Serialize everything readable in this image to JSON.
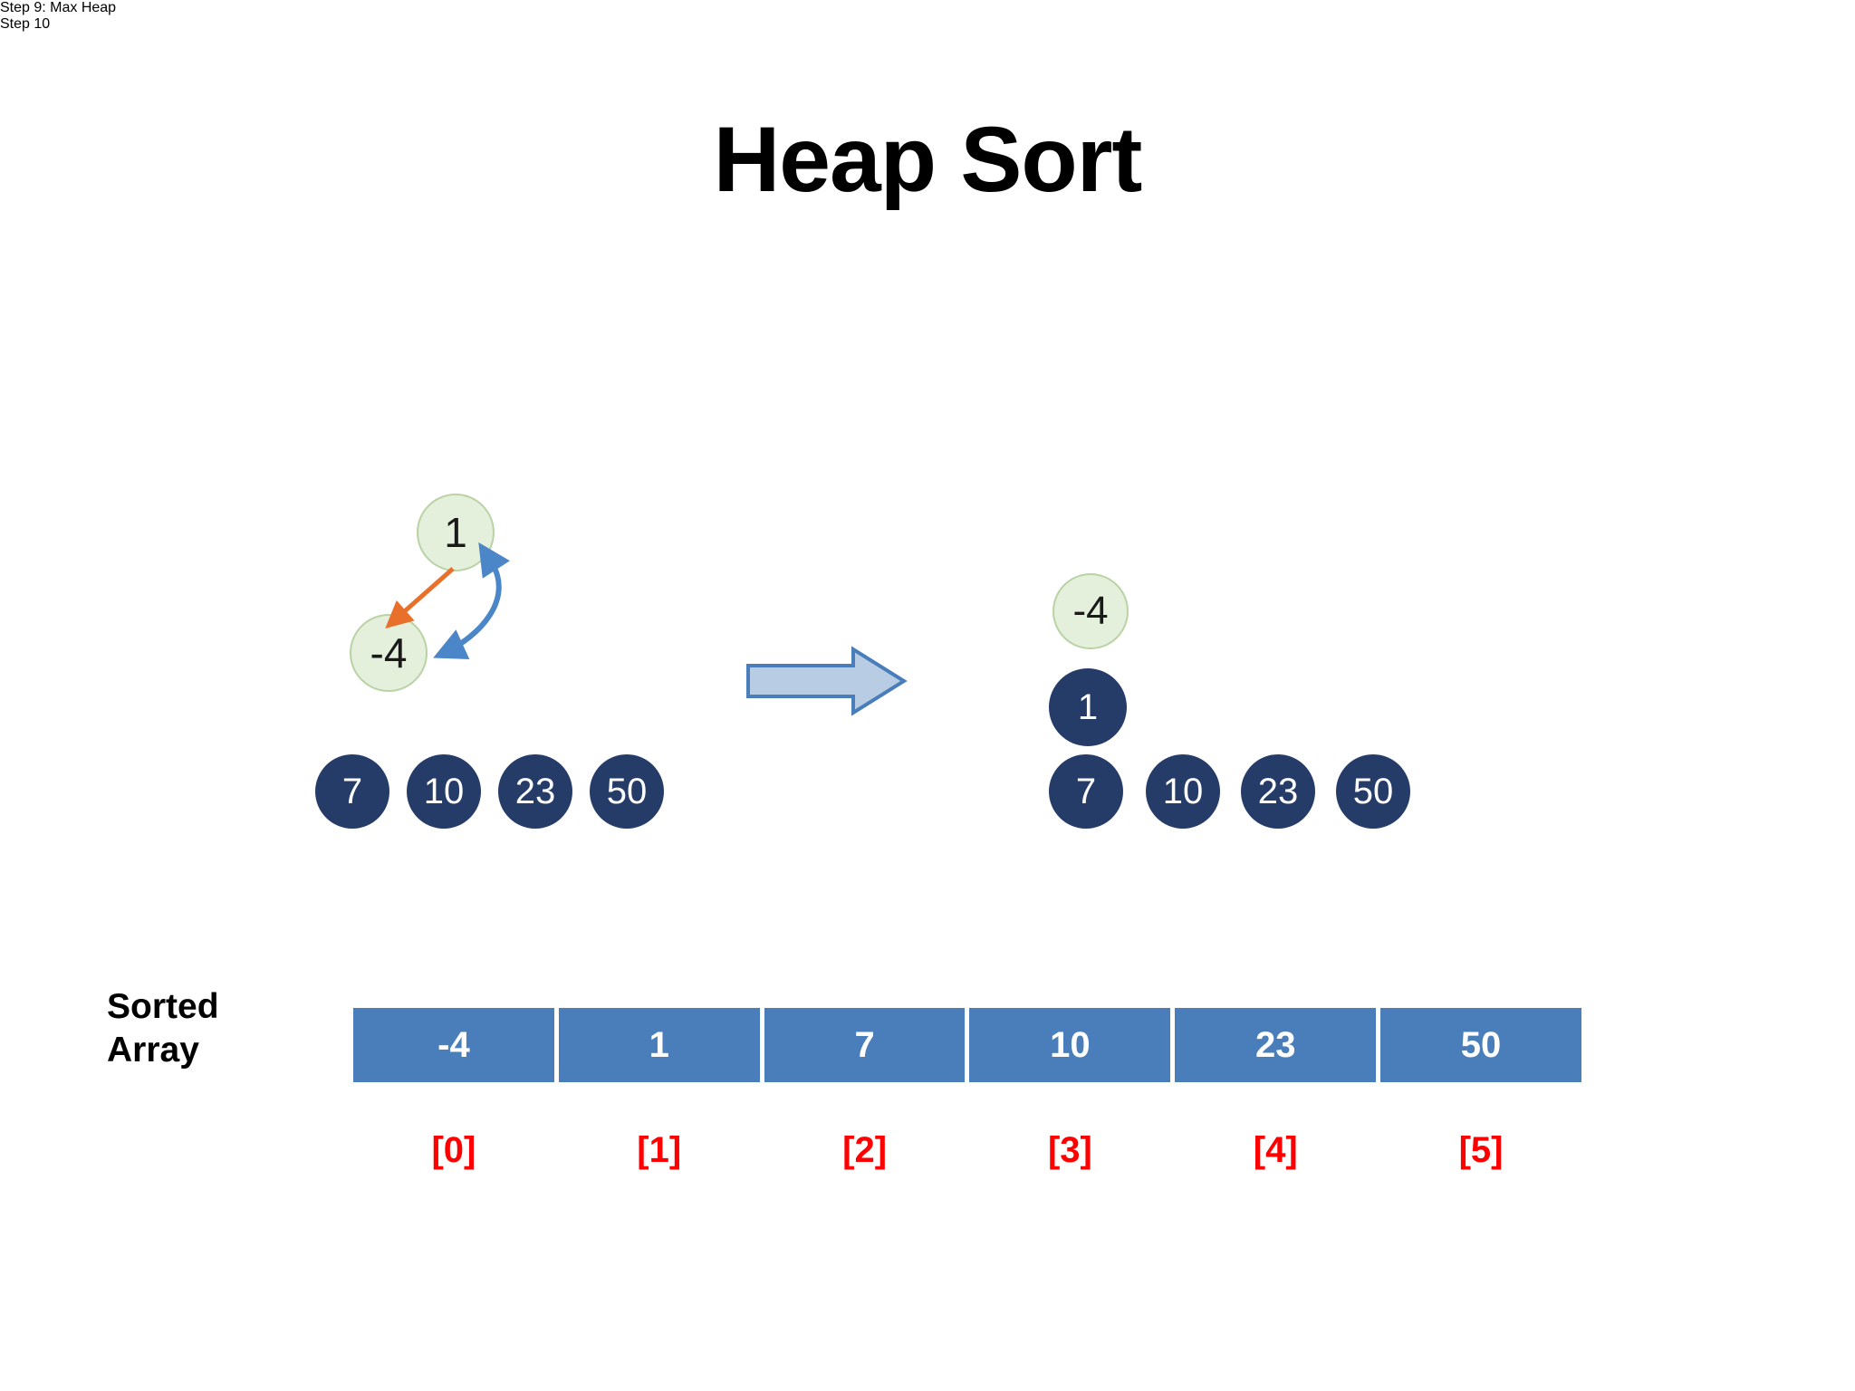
{
  "slide": {
    "title": "Heap Sort"
  },
  "panels": {
    "left": {
      "heading": "Step 9: Max Heap",
      "tree_nodes": [
        {
          "value": "1",
          "color": "green"
        },
        {
          "value": "-4",
          "color": "green"
        }
      ],
      "sorted_nodes": [
        {
          "value": "7",
          "color": "navy"
        },
        {
          "value": "10",
          "color": "navy"
        },
        {
          "value": "23",
          "color": "navy"
        },
        {
          "value": "50",
          "color": "navy"
        }
      ],
      "swap_arrow_colors": {
        "move": "#e8702a",
        "swap": "#4a86c8"
      }
    },
    "right": {
      "heading": "Step 10",
      "tree_nodes": [
        {
          "value": "-4",
          "color": "green"
        },
        {
          "value": "1",
          "color": "navy"
        }
      ],
      "sorted_nodes": [
        {
          "value": "7",
          "color": "navy"
        },
        {
          "value": "10",
          "color": "navy"
        },
        {
          "value": "23",
          "color": "navy"
        },
        {
          "value": "50",
          "color": "navy"
        }
      ]
    }
  },
  "transition": {
    "icon": "right-block-arrow",
    "fill": "#b8cce4",
    "stroke": "#4a7ebb"
  },
  "sorted_array": {
    "label_line1": "Sorted",
    "label_line2": "Array",
    "values": [
      "-4",
      "1",
      "7",
      "10",
      "23",
      "50"
    ],
    "indices": [
      "[0]",
      "[1]",
      "[2]",
      "[3]",
      "[4]",
      "[5]"
    ],
    "cell_color": "#4a7ebb",
    "index_color": "#ff0000"
  },
  "palette": {
    "green_node_fill": "#e4efdc",
    "green_node_border": "#b9d3a4",
    "navy_node_fill": "#253b68",
    "background": "#ffffff"
  }
}
